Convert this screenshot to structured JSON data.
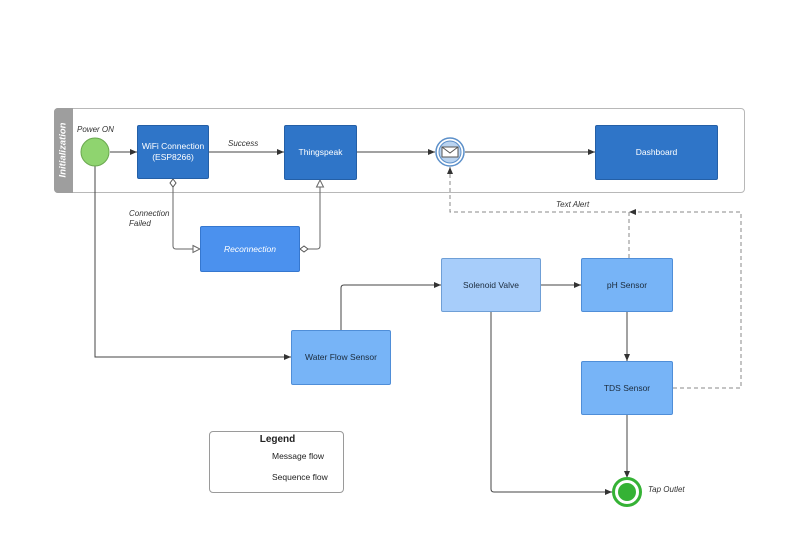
{
  "pool": {
    "label": "Initialization"
  },
  "events": {
    "start": {
      "label": "Power ON",
      "color": "#8fd46f"
    },
    "end": {
      "label": "Tap Outlet",
      "color": "#35b235"
    }
  },
  "tasks": {
    "wifi": "WiFi Connection (ESP8266)",
    "thingspeak": "Thingspeak",
    "dashboard": "Dashboard",
    "reconnection": "Reconnection",
    "solenoid": "Solenoid Valve",
    "ph": "pH Sensor",
    "waterflow": "Water Flow Sensor",
    "tds": "TDS Sensor"
  },
  "flow_labels": {
    "success": "Success",
    "connection_failed": "Connection Failed",
    "text_alert": "Text Alert"
  },
  "legend": {
    "title": "Legend",
    "message_flow": "Message flow",
    "sequence_flow": "Sequence flow"
  },
  "colors": {
    "task_dark": "#2f75c8",
    "task_mid": "#4b91ee",
    "task_light": "#77b4f7",
    "task_pale": "#a7cdfa",
    "message_event": "#b9d3f0"
  },
  "icons": {
    "message_event": "envelope-icon"
  }
}
